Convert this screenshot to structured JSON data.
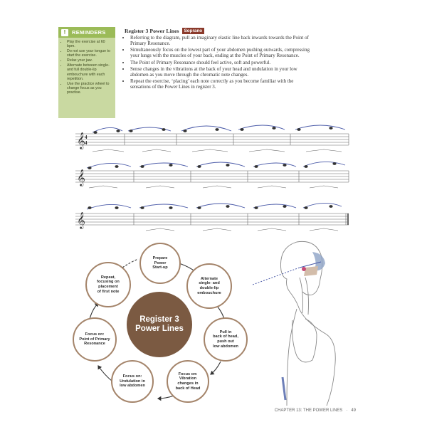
{
  "reminders": {
    "icon": "!",
    "title": "REMINDERS",
    "items": [
      "Play the exercise at 60 bpm.",
      "Do not use your tongue to start the exercise.",
      "Relax your jaw.",
      "Alternate between single- and full double-lip embouchure with each repetition.",
      "Use the practice wheel to change focus as you practise."
    ]
  },
  "section": {
    "title": "Register 3 Power Lines",
    "badge": "Soprano",
    "bullets": [
      "Referring to the diagram, pull an imaginary elastic line back inwards towards the Point of Primary Resonance.",
      "Simultaneously focus on the lowest part of your abdomen pushing outwards, compressing your lungs with the muscles of your back, ending at the Point of Primary Resonance.",
      "The Point of Primary Resonance should feel active, soft and powerful.",
      "Sense changes in the vibrations at the back of your head and undulation in your low abdomen as you move through the chromatic note changes.",
      "Repeat the exercise, ‘placing’ each note correctly as you become familiar with the sensations of the Power Lines in register 3."
    ]
  },
  "wheel": {
    "center": "Register 3\nPower Lines",
    "nodes": [
      "Prepare\nPower\nStart-up",
      "Alternate\nsingle- and\ndouble-lip\nembouchure",
      "Pull in\nback of head,\npush out\nlow abdomen",
      "Focus on:\nVibration\nchanges in\nback of Head",
      "Focus on:\nUndulation in\nlow abdomen",
      "Focus on:\nPoint of Primary\nResonance",
      "Repeat,\nfocusing on\nplacement\nof first note"
    ]
  },
  "footer": {
    "chapter": "CHAPTER 13: THE POWER LINES",
    "page": "49"
  },
  "colors": {
    "reminder_bg": "#c9d9a1",
    "reminder_head": "#9bbb58",
    "badge": "#8b3a2b",
    "wheel_center": "#7b5a42",
    "wheel_ring": "#a4846a",
    "power_line": "#4a5aa8"
  }
}
